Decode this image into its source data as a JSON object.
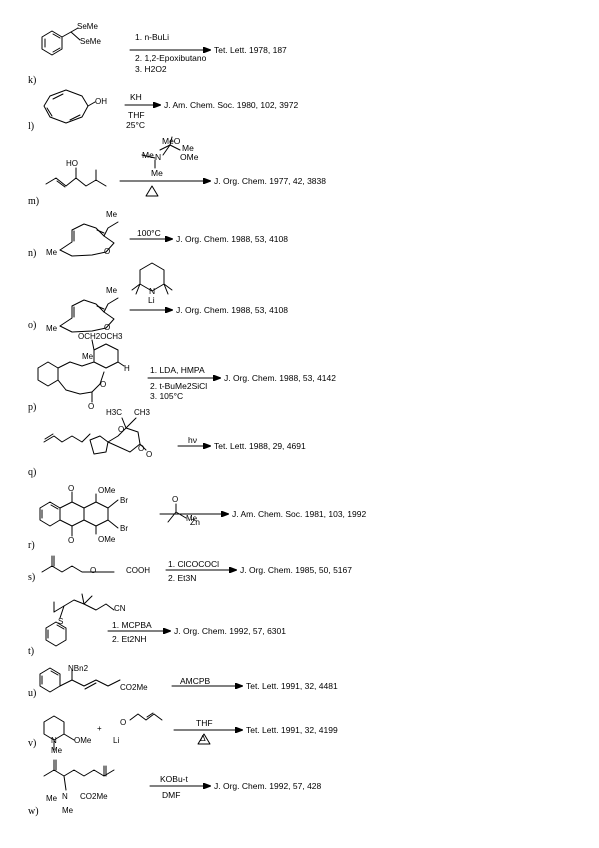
{
  "reactions": [
    {
      "label": "k)",
      "conditions": [
        "1. n-BuLi",
        "2. 1,2-Epoxibutano",
        "3. H2O2"
      ],
      "reference": "Tet. Lett. 1978, 187",
      "atoms": [
        "SeMe",
        "SeMe"
      ]
    },
    {
      "label": "l)",
      "conditions": [
        "KH",
        "THF",
        "25°C"
      ],
      "reference": "J. Am. Chem. Soc. 1980, 102, 3972",
      "atoms": [
        "OH"
      ]
    },
    {
      "label": "m)",
      "conditions": [
        "MeO",
        "Me",
        "Me",
        "N",
        "OMe",
        "Me",
        "Δ"
      ],
      "reference": "J. Org. Chem. 1977, 42, 3838",
      "atoms": [
        "HO"
      ]
    },
    {
      "label": "n)",
      "conditions": [
        "100°C"
      ],
      "reference": "J. Org. Chem. 1988, 53, 4108",
      "atoms": [
        "Me",
        "Me",
        "O"
      ]
    },
    {
      "label": "o)",
      "conditions": [
        "N",
        "Li"
      ],
      "reference": "J. Org. Chem. 1988, 53, 4108",
      "atoms": [
        "Me",
        "Me",
        "O"
      ]
    },
    {
      "label": "p)",
      "conditions": [
        "1. LDA, HMPA",
        "2. t-BuMe2SiCl",
        "3. 105°C"
      ],
      "reference": "J. Org. Chem. 1988, 53, 4142",
      "atoms": [
        "OCH2OCH3",
        "Me",
        "H",
        "O",
        "O"
      ]
    },
    {
      "label": "q)",
      "conditions": [
        "hν"
      ],
      "reference": "Tet. Lett. 1988, 29, 4691",
      "atoms": [
        "H3C",
        "CH3",
        "O",
        "O",
        "O"
      ]
    },
    {
      "label": "r)",
      "conditions": [
        "Zn"
      ],
      "reference": "J. Am. Chem. Soc. 1981, 103, 1992",
      "atoms": [
        "O",
        "O",
        "OMe",
        "OMe",
        "Br",
        "Br",
        "O",
        "Me"
      ]
    },
    {
      "label": "s)",
      "conditions": [
        "1. ClCOCOCl",
        "2. Et3N"
      ],
      "reference": "J. Org. Chem. 1985, 50, 5167",
      "atoms": [
        "O",
        "COOH"
      ]
    },
    {
      "label": "t)",
      "conditions": [
        "1. MCPBA",
        "2. Et2NH"
      ],
      "reference": "J. Org. Chem. 1992, 57, 6301",
      "atoms": [
        "CN",
        "S"
      ]
    },
    {
      "label": "u)",
      "conditions": [
        "AMCPB"
      ],
      "reference": "Tet. Lett. 1991, 32, 4481",
      "atoms": [
        "NBn2",
        "CO2Me"
      ]
    },
    {
      "label": "v)",
      "conditions": [
        "THF",
        "Δ"
      ],
      "reference": "Tet. Lett. 1991, 32, 4199",
      "atoms": [
        "N",
        "Me",
        "OMe",
        "+",
        "O",
        "Li"
      ]
    },
    {
      "label": "w)",
      "conditions": [
        "KOBu-t",
        "DMF"
      ],
      "reference": "J. Org. Chem. 1992, 57, 428",
      "atoms": [
        "Me",
        "Me",
        "N",
        "CO2Me"
      ]
    }
  ]
}
